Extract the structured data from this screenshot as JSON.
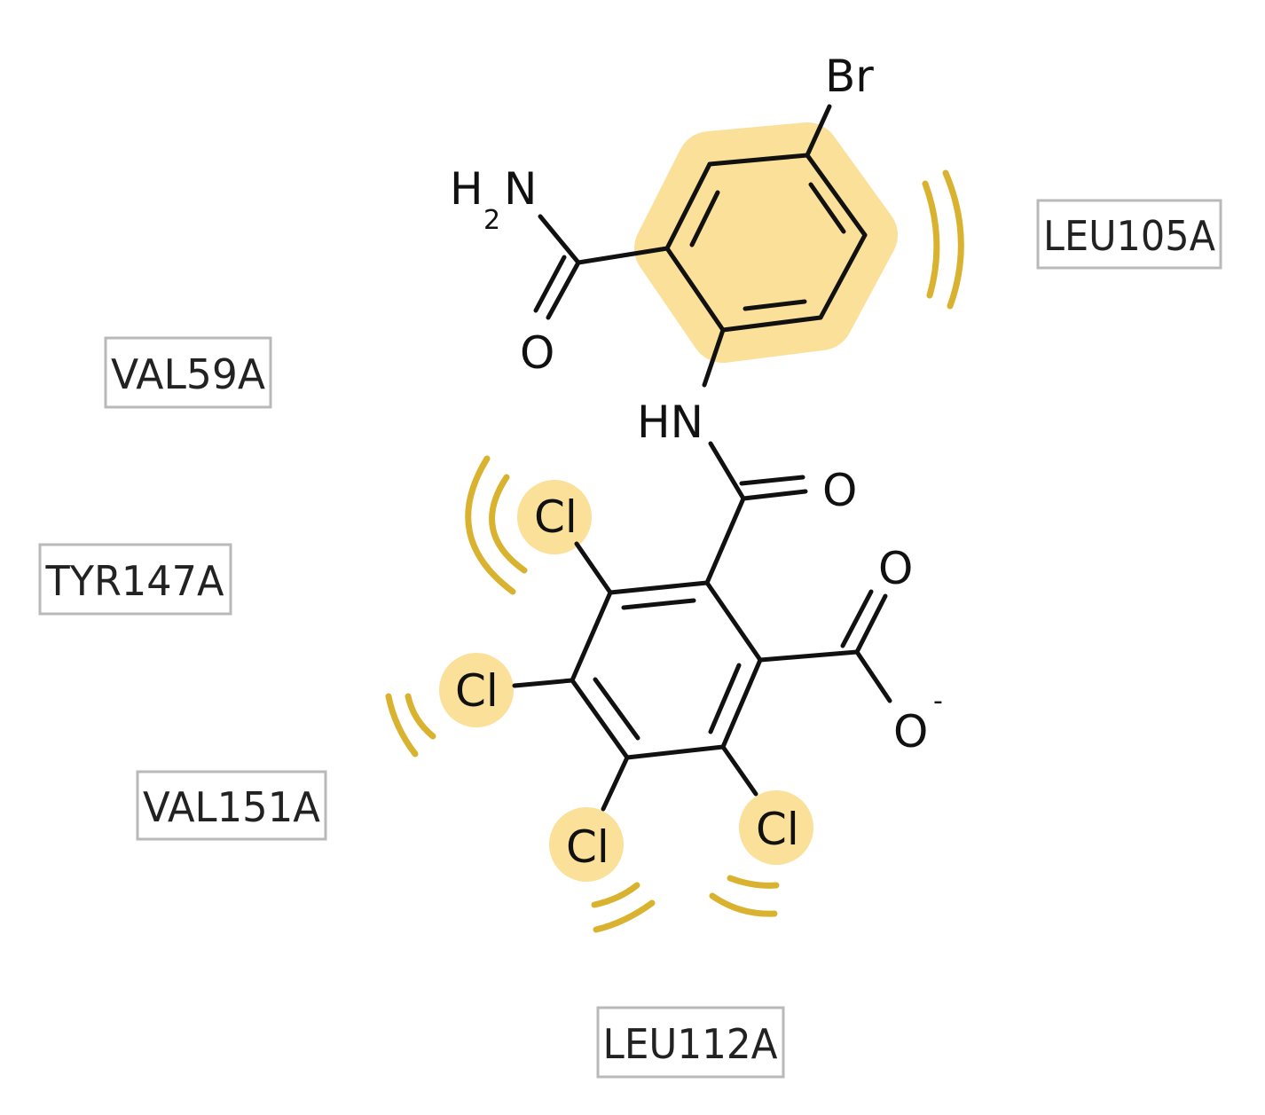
{
  "residues": [
    {
      "id": "leu105a",
      "label": "LEU105A"
    },
    {
      "id": "val59a",
      "label": "VAL59A"
    },
    {
      "id": "tyr147a",
      "label": "TYR147A"
    },
    {
      "id": "val151a",
      "label": "VAL151A"
    },
    {
      "id": "leu112a",
      "label": "LEU112A"
    }
  ],
  "atoms": {
    "br": "Br",
    "h": "H",
    "h_subscript": "2",
    "n_amide": "N",
    "o_amide": "O",
    "hn": "HN",
    "o_carbonyl": "O",
    "o_acid": "O",
    "o_anion": "O",
    "charge": "-",
    "cl_1": "Cl",
    "cl_2": "Cl",
    "cl_3": "Cl",
    "cl_4": "Cl"
  },
  "colors": {
    "hydrophobic_highlight": "#fbe09a",
    "hydrophobic_contact": "#d9b22f",
    "residue_box_border": "#b9b9b9",
    "bond": "#111111"
  }
}
